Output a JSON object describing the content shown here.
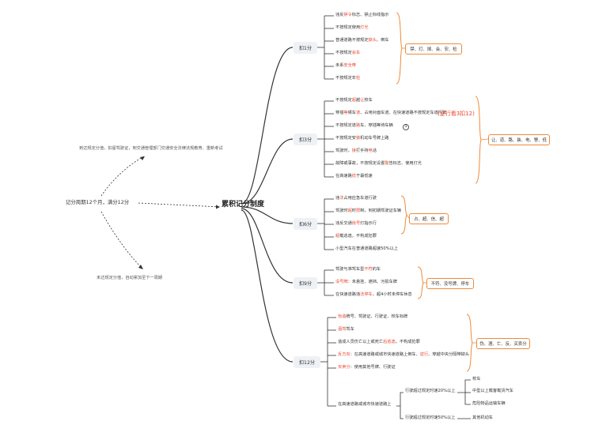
{
  "root": {
    "text": "记分周期12个月，满分12分"
  },
  "center": {
    "text": "累积记分制度"
  },
  "notes": {
    "top": "到达规定分值，扣留驾驶证，到交通管理部门交通安全法律法规教育、重新考试",
    "bottom": "未达规定分值，自动累加至下一周期"
  },
  "groups": {
    "g1": {
      "label": "扣1分",
      "items": [
        {
          "parts": [
            {
              "t": "违反",
              "h": false
            },
            {
              "t": "禁令",
              "h": true
            },
            {
              "t": "标志、禁止标线指示",
              "h": false
            }
          ]
        },
        {
          "parts": [
            {
              "t": "不按规定使用",
              "h": false
            },
            {
              "t": "灯光",
              "h": true
            }
          ]
        },
        {
          "parts": [
            {
              "t": "普通道路不按规定",
              "h": false
            },
            {
              "t": "掉头",
              "h": true
            },
            {
              "t": "、倒车",
              "h": false
            }
          ]
        },
        {
          "parts": [
            {
              "t": "不按规定",
              "h": false
            },
            {
              "t": "会车",
              "h": true
            }
          ]
        },
        {
          "parts": [
            {
              "t": "未系",
              "h": false
            },
            {
              "t": "安全带",
              "h": true
            }
          ]
        },
        {
          "parts": [
            {
              "t": "不按规定年",
              "h": false
            },
            {
              "t": "检",
              "h": true
            }
          ]
        }
      ],
      "summary": "禁、灯、掉、会、安、检"
    },
    "g3": {
      "label": "扣3分",
      "items": [
        {
          "parts": [
            {
              "t": "不按规定",
              "h": false
            },
            {
              "t": "超",
              "h": true
            },
            {
              "t": "越",
              "h": false
            },
            {
              "t": "让",
              "h": true
            },
            {
              "t": "校车",
              "h": false
            }
          ]
        },
        {
          "parts": [
            {
              "t": "穿插",
              "h": false
            },
            {
              "t": "等",
              "h": true
            },
            {
              "t": "候车",
              "h": false
            },
            {
              "t": "道",
              "h": true
            },
            {
              "t": "、占用对面车道、在快速道路不按规定车道行驶",
              "h": false
            }
          ]
        },
        {
          "parts": [
            {
              "t": "不按规定道",
              "h": false
            },
            {
              "t": "路",
              "h": true
            },
            {
              "t": "车、穿插等待车辆",
              "h": false
            }
          ]
        },
        {
          "parts": [
            {
              "t": "不按规定安",
              "h": false
            },
            {
              "t": "装",
              "h": true
            },
            {
              "t": "机动车号牌上路",
              "h": false
            }
          ]
        },
        {
          "parts": [
            {
              "t": "驾驶时，",
              "h": false
            },
            {
              "t": "接",
              "h": true
            },
            {
              "t": "打手持",
              "h": false
            },
            {
              "t": "电",
              "h": true
            },
            {
              "t": "话",
              "h": false
            }
          ]
        },
        {
          "parts": [
            {
              "t": "故障或事故，不按规定设置",
              "h": false
            },
            {
              "t": "警",
              "h": true
            },
            {
              "t": "告标志、使用灯光",
              "h": false
            }
          ]
        },
        {
          "parts": [
            {
              "t": "在高速路",
              "h": false
            },
            {
              "t": "低",
              "h": true
            },
            {
              "t": "于最低速",
              "h": false
            }
          ]
        }
      ],
      "extra": "(逆行看3扣12)",
      "circle": "1",
      "summary": "让、道、路、装、电、警、低"
    },
    "g6": {
      "label": "扣6分",
      "items": [
        {
          "parts": [
            {
              "t": "违",
              "h": false
            },
            {
              "t": "法",
              "h": true
            },
            {
              "t": "占用应急车道行驶",
              "h": false
            }
          ]
        },
        {
          "parts": [
            {
              "t": "驾驶时",
              "h": false
            },
            {
              "t": "超",
              "h": true
            },
            {
              "t": "时",
              "h": false
            },
            {
              "t": "限",
              "h": true
            },
            {
              "t": "制，到初期驾驶证车辆",
              "h": false
            }
          ]
        },
        {
          "parts": [
            {
              "t": "违反交通",
              "h": false
            },
            {
              "t": "信号",
              "h": true
            },
            {
              "t": "灯指示行",
              "h": false
            }
          ]
        },
        {
          "parts": [
            {
              "t": "超",
              "h": true
            },
            {
              "t": "载",
              "h": false
            },
            {
              "t": "逃逸，不构成犯罪",
              "h": false
            }
          ]
        },
        {
          "parts": [
            {
              "t": "小型汽车在普通道路超速50%以上",
              "h": false
            }
          ]
        }
      ],
      "summary": "占、超、信、超"
    },
    "g9": {
      "label": "扣9分",
      "items": [
        {
          "parts": [
            {
              "t": "驾驶与准驾车型",
              "h": false
            },
            {
              "t": "不符",
              "h": true
            },
            {
              "t": "的车",
              "h": false
            }
          ]
        },
        {
          "parts": [
            {
              "t": "没号牌",
              "h": true
            },
            {
              "t": "：未悬挂、遮挡、污损车牌",
              "h": false
            }
          ]
        },
        {
          "parts": [
            {
              "t": "在快速道路违",
              "h": false
            },
            {
              "t": "法停车",
              "h": true
            },
            {
              "t": "，超4小时未停车休息",
              "h": false
            }
          ]
        }
      ],
      "summary": "不符、没号牌、停车"
    },
    "g12": {
      "label": "扣12分",
      "items": [
        {
          "parts": [
            {
              "t": "伪造",
              "h": true
            },
            {
              "t": "牌号、驾驶证、行驶证、校车标牌",
              "h": false
            }
          ]
        },
        {
          "parts": [
            {
              "t": "酒驾",
              "h": true
            },
            {
              "t": "驾车",
              "h": false
            }
          ]
        },
        {
          "parts": [
            {
              "t": "造成人员伤亡以上或死亡",
              "h": false
            },
            {
              "t": "后逃逸",
              "h": true
            },
            {
              "t": "，不构成犯罪",
              "h": false
            }
          ]
        },
        {
          "parts": [
            {
              "t": "反方向",
              "h": true
            },
            {
              "t": "：在高速道路或城市快速道路上倒车、",
              "h": false
            },
            {
              "t": "逆行",
              "h": true
            },
            {
              "t": "、穿越中央分隔带掉头",
              "h": false
            }
          ]
        },
        {
          "parts": [
            {
              "t": "买卖分",
              "h": true
            },
            {
              "t": "：使用其他号牌、行驶证",
              "h": false
            }
          ]
        }
      ],
      "summary": "伪、酒、亡、反、买卖分",
      "speed": {
        "root": "在高速道路或城市快速道路上",
        "branch1": "行驶超过规定时速20%以上",
        "branch2": "行驶超过规定时速50%以上",
        "leaves1": [
          "校车",
          "中型以上载客载货汽车",
          "危险物品运输车辆"
        ],
        "leaves2": [
          "其他机动车"
        ]
      }
    }
  }
}
